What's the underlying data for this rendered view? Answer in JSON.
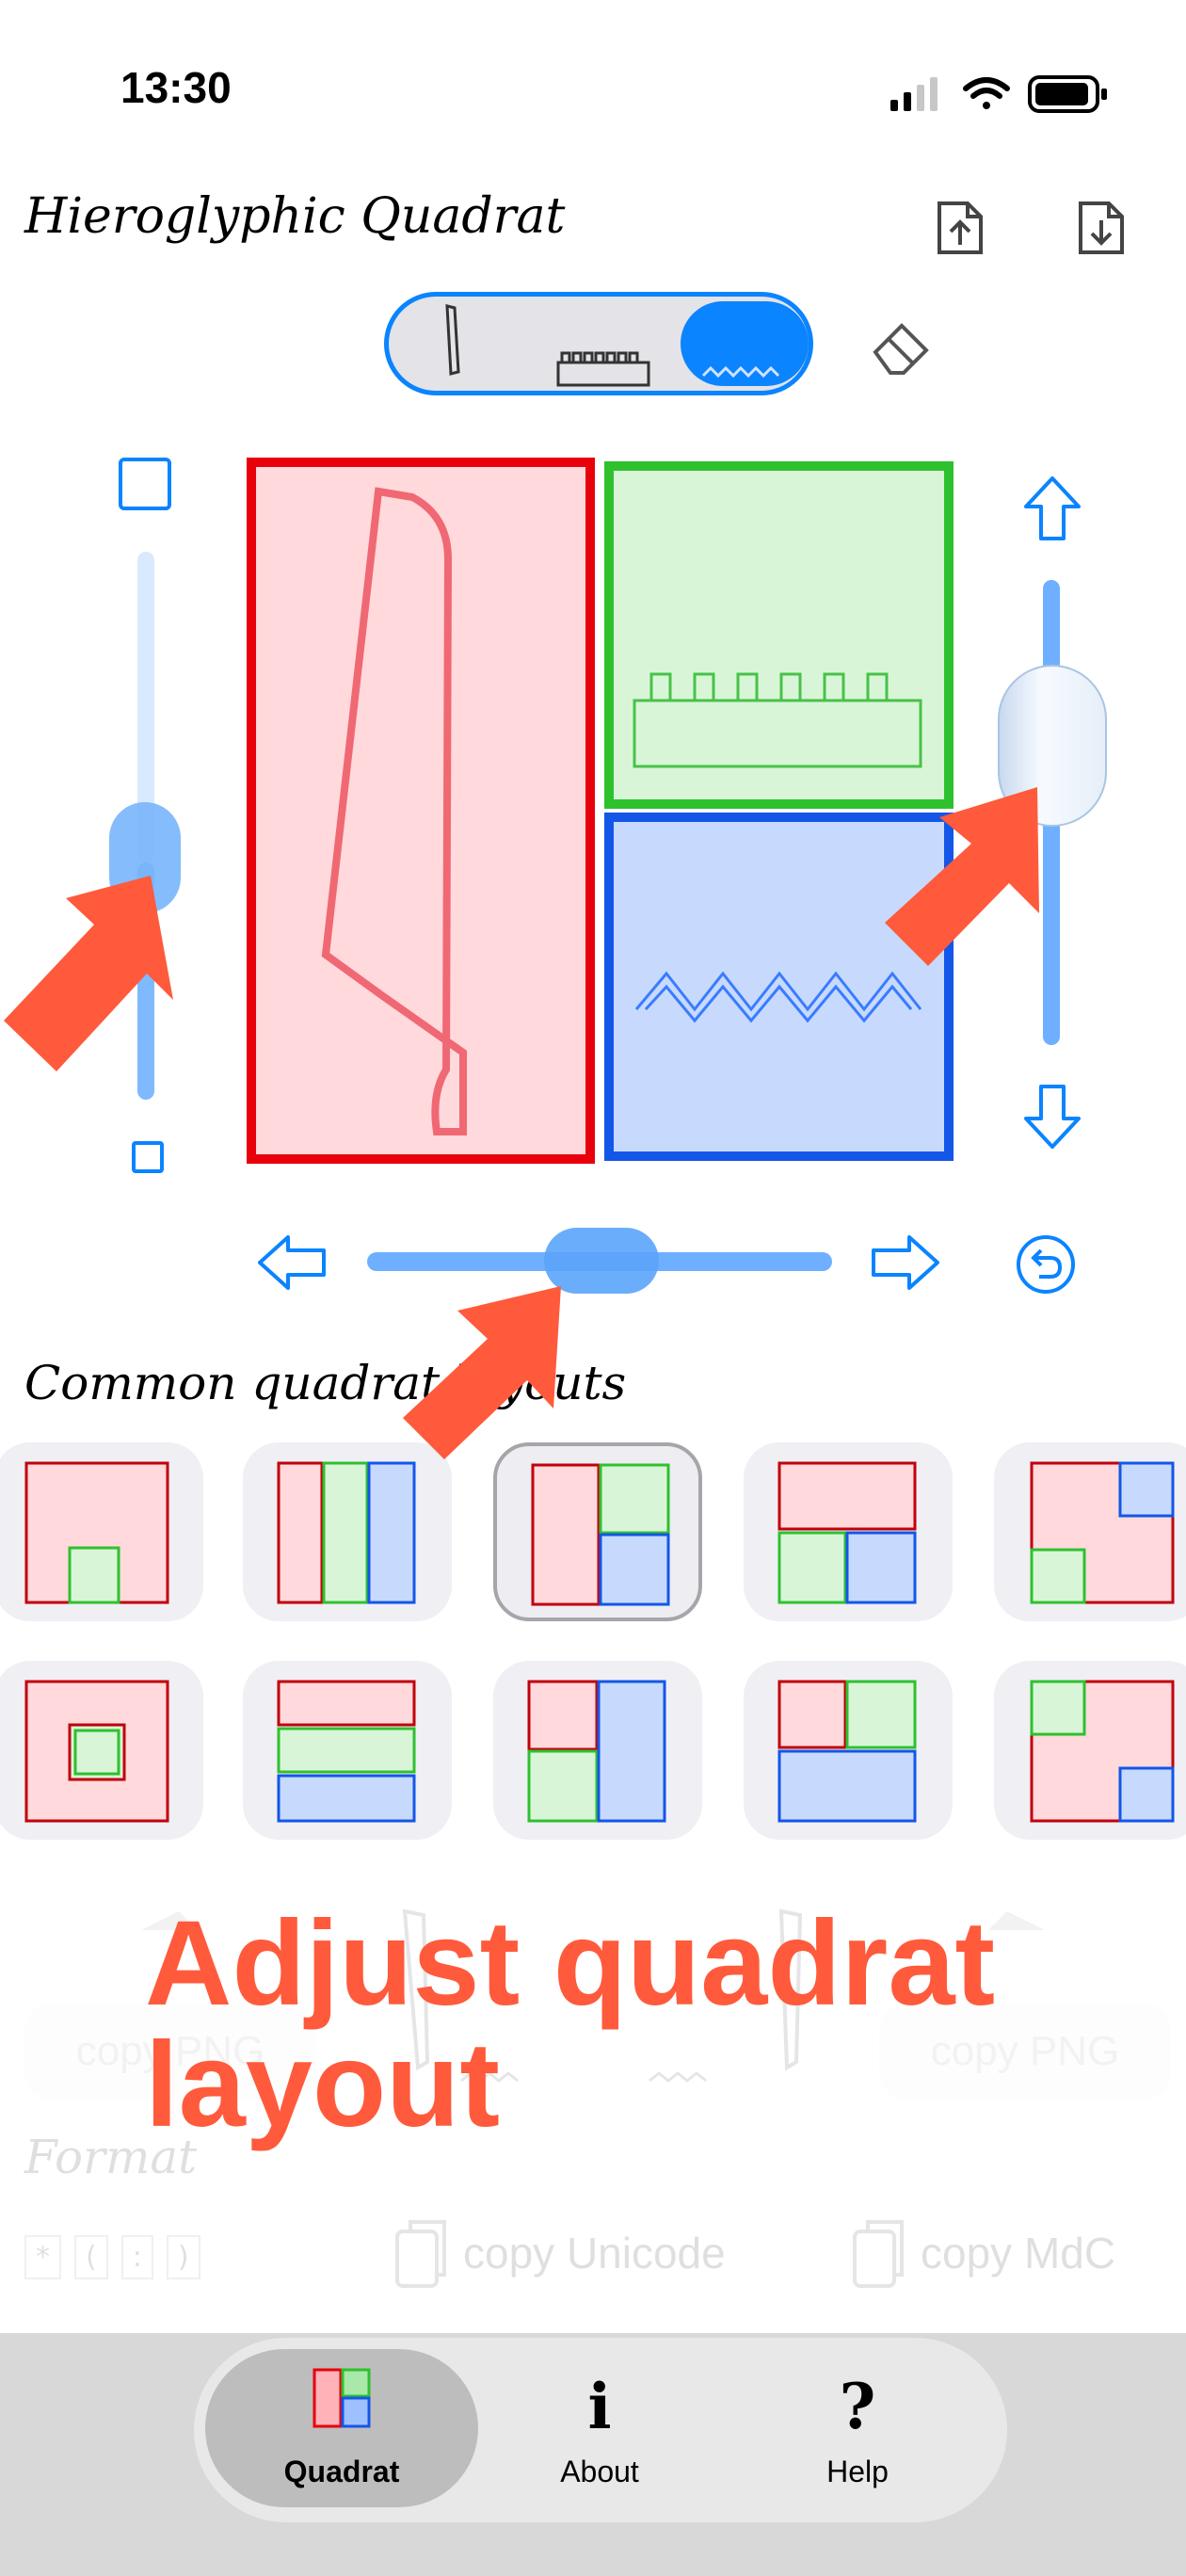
{
  "status_bar": {
    "time": "13:30"
  },
  "app": {
    "title": "Hieroglyphic Quadrat"
  },
  "sections": {
    "layouts_title": "Common quadrat layouts",
    "format_title": "Format"
  },
  "buttons": {
    "copy_png_left": "copy PNG",
    "copy_png_right": "copy PNG",
    "copy_unicode": "copy Unicode",
    "copy_mdc": "copy MdC"
  },
  "format_tokens": [
    "*",
    "(",
    ":",
    ")"
  ],
  "callout": {
    "line1": "Adjust quadrat",
    "line2": "layout"
  },
  "tabs": [
    {
      "label": "Quadrat",
      "glyph": ""
    },
    {
      "label": "About",
      "glyph": "i"
    },
    {
      "label": "Help",
      "glyph": "?"
    }
  ],
  "icons": [
    "export-icon",
    "import-icon",
    "eraser-icon",
    "square-large-icon",
    "square-small-icon",
    "arrow-up-icon",
    "arrow-down-icon",
    "arrow-left-icon",
    "arrow-right-icon",
    "reset-icon"
  ],
  "colors": {
    "accent": "#0a84ff",
    "red": "#e8000b",
    "green": "#2ec12e",
    "blue": "#1356e8",
    "callout": "#ff5a3c"
  }
}
